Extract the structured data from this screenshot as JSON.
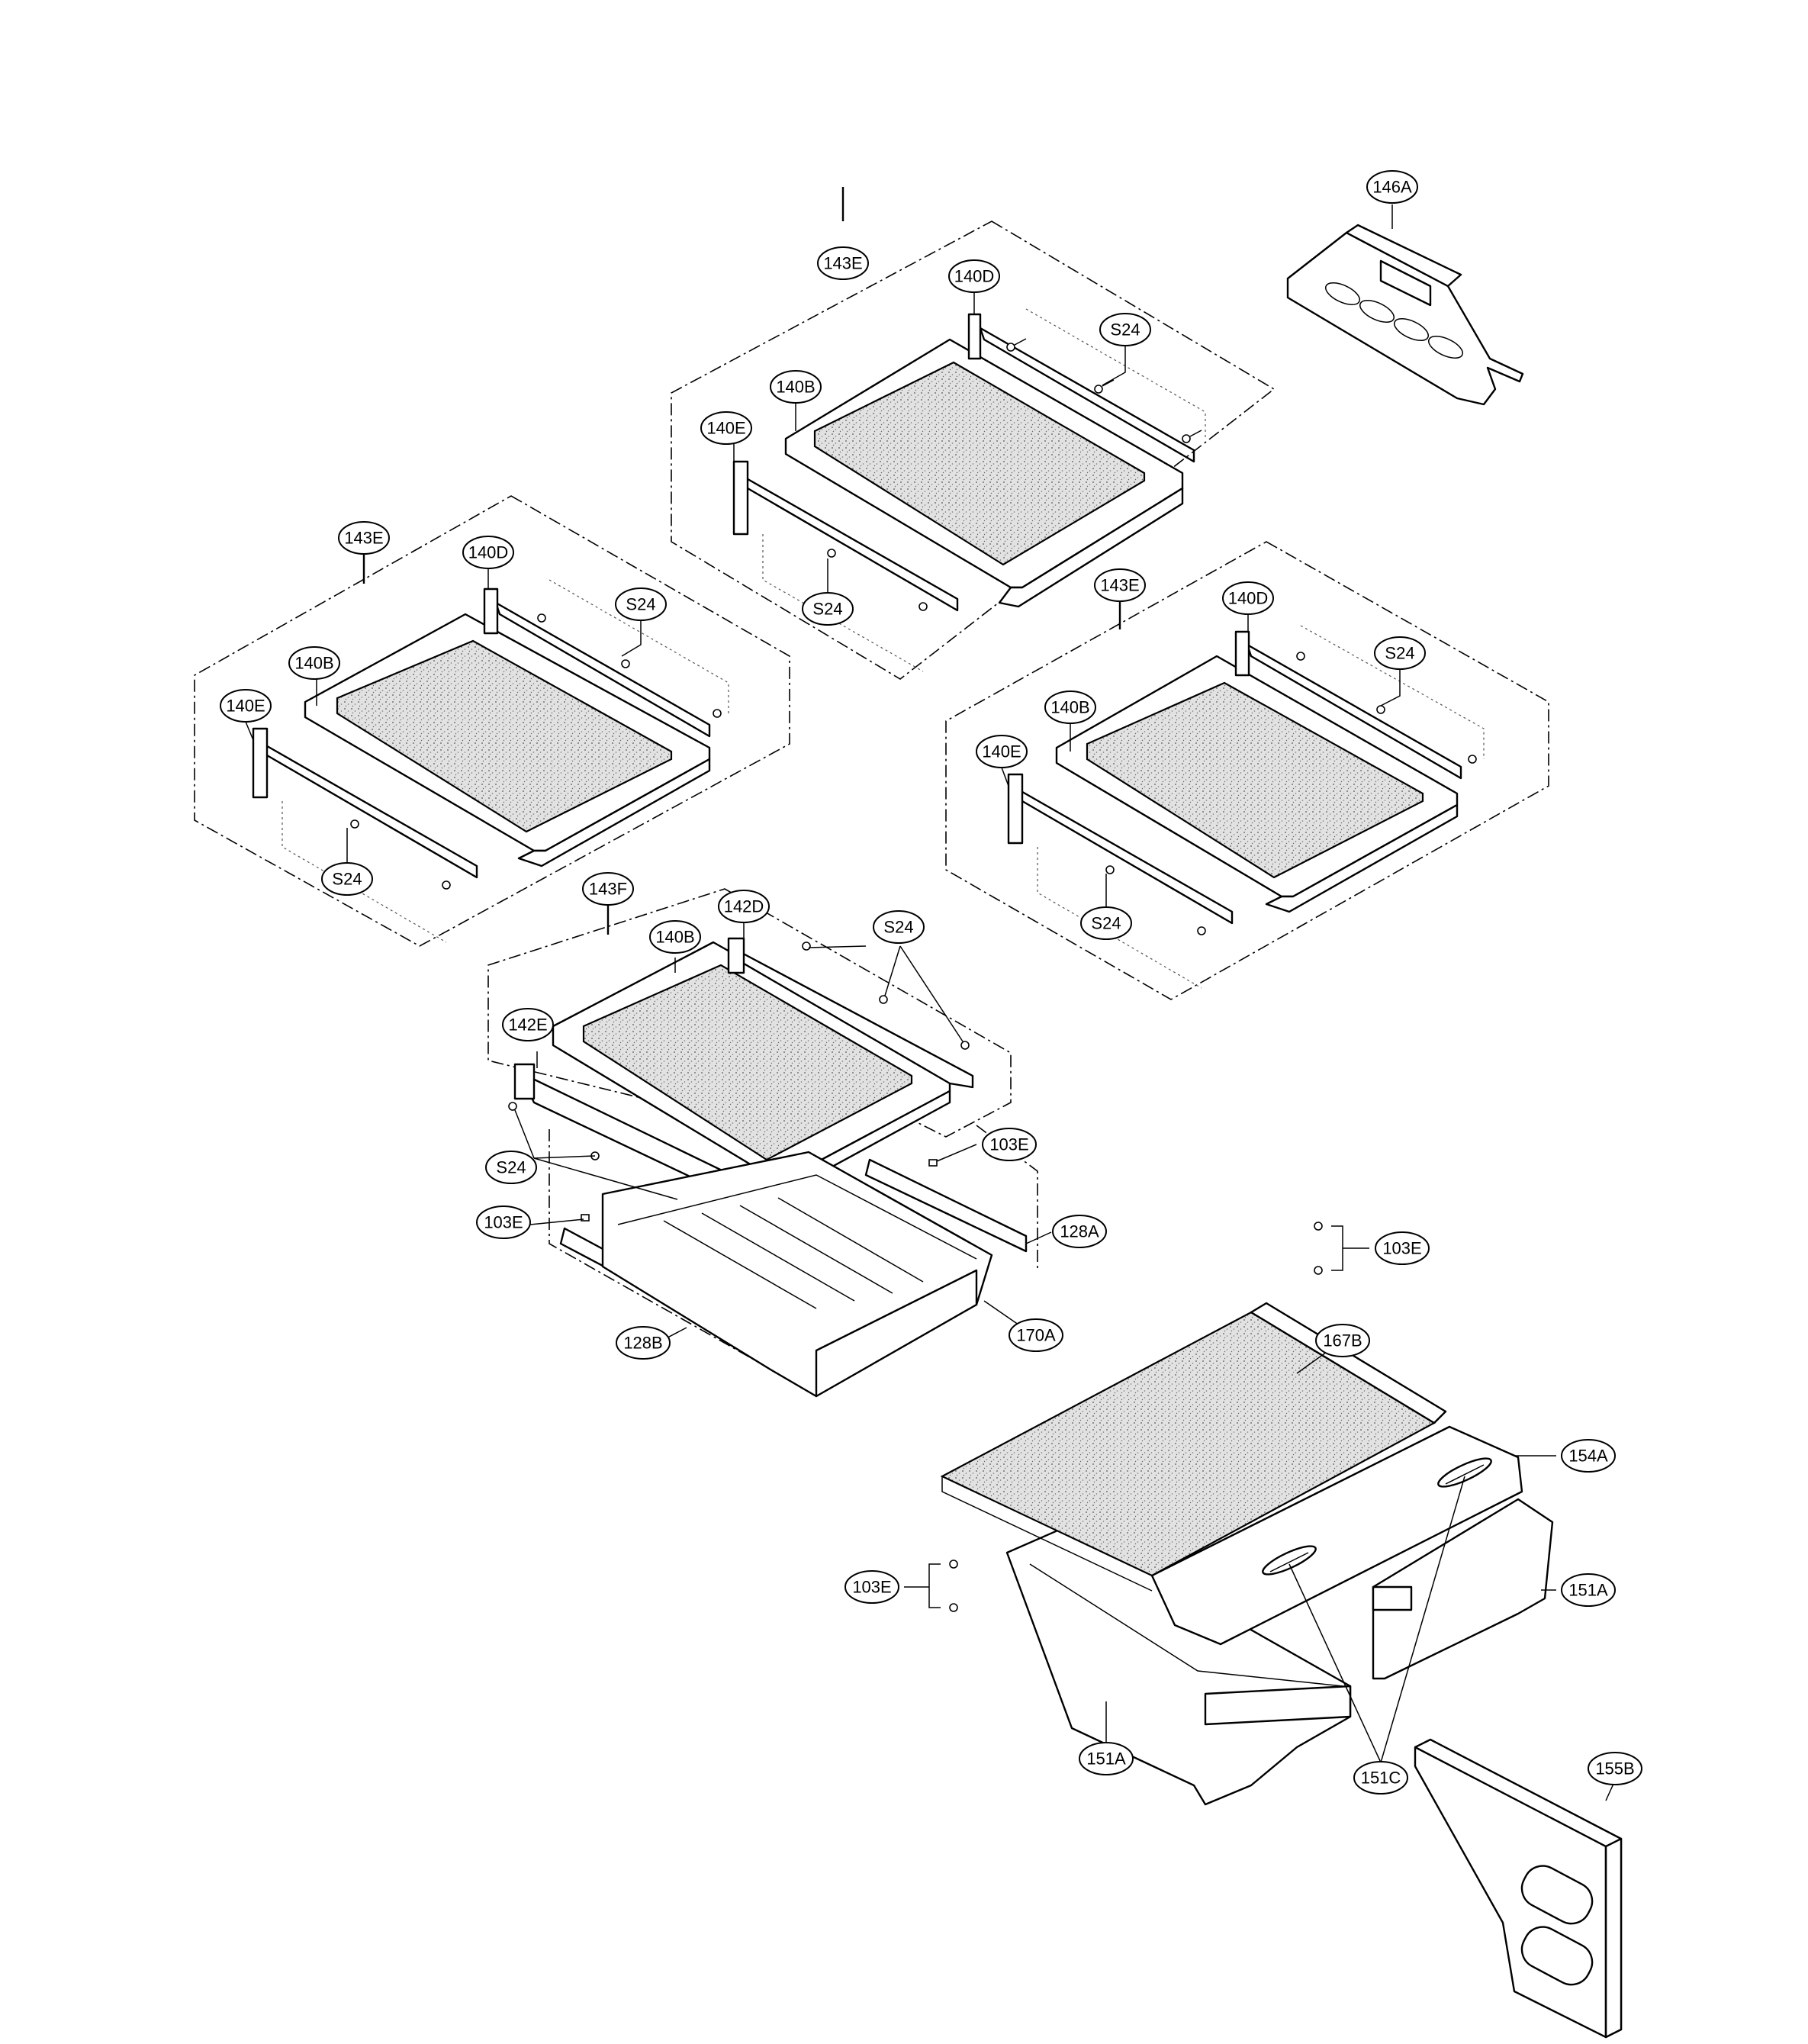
{
  "diagram": {
    "parts": {
      "p146A": "146A",
      "p143E_top": "143E",
      "p140D_top": "140D",
      "pS24_top_r": "S24",
      "p140B_top": "140B",
      "p140E_top": "140E",
      "pS24_top_l": "S24",
      "p143E_left": "143E",
      "p140D_left": "140D",
      "pS24_left_r": "S24",
      "p140B_left": "140B",
      "p140E_left": "140E",
      "pS24_left_l": "S24",
      "p143E_right": "143E",
      "p140D_right": "140D",
      "pS24_right_r": "S24",
      "p140B_right": "140B",
      "p140E_right": "140E",
      "pS24_right_l": "S24",
      "p143F": "143F",
      "p142D": "142D",
      "p140B_mid": "140B",
      "pS24_mid_r": "S24",
      "p142E": "142E",
      "pS24_mid_l": "S24",
      "p103E_a": "103E",
      "p103E_b": "103E",
      "p128A": "128A",
      "p128B": "128B",
      "p170A": "170A",
      "p103E_c": "103E",
      "p167B": "167B",
      "p154A": "154A",
      "p103E_d": "103E",
      "p151A_r": "151A",
      "p151A_l": "151A",
      "p151C": "151C",
      "p155B": "155B"
    }
  }
}
